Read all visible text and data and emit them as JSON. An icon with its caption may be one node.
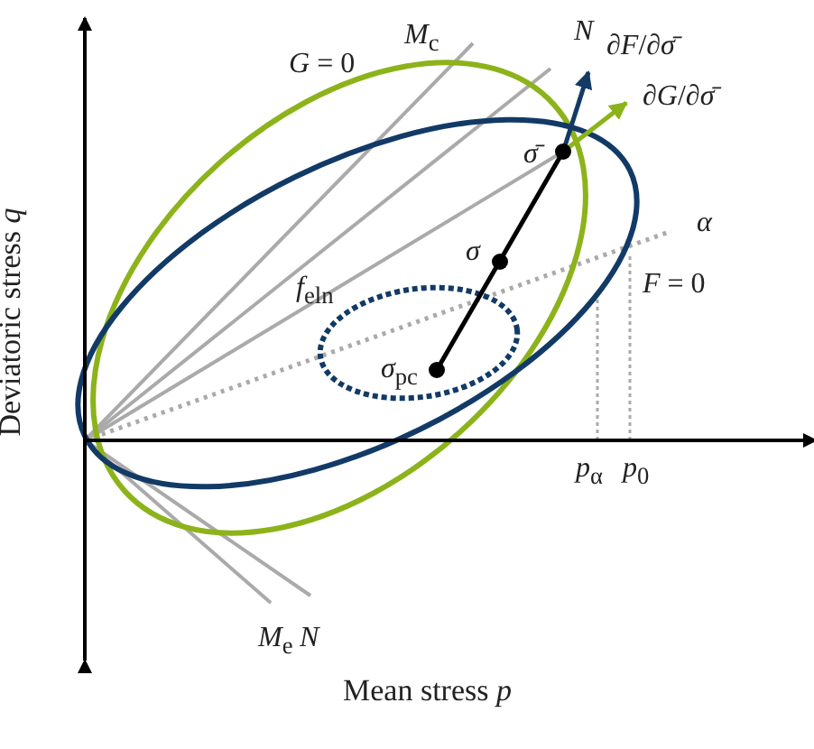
{
  "diagram": {
    "labels": [
      "*M*$_{c}$",
      "*N*",
      "*G* = 0",
      "∂*F*/∂*σ̄*",
      "∂*G*/∂*σ̄*",
      "*σ̄*",
      "*α*",
      "*σ*",
      "*F* = 0",
      "*f*$_{eln}$",
      "*σ*$_{pc}$",
      "*p*$_{α}$",
      "*p*$_{0}$",
      "*M*$_{e}$",
      "*N*",
      "Deviatoric stress *q*",
      "Mean stress *p*"
    ]
  }
}
